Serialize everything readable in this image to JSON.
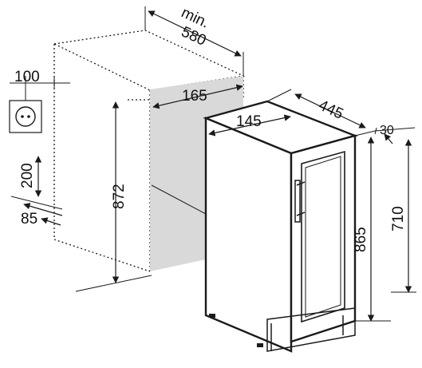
{
  "dimensions": {
    "min_label": "min.",
    "depth_min": "580",
    "socket_offset": "100",
    "niche_depth_open": "165",
    "niche_height": "872",
    "socket_height": "200",
    "socket_side": "85",
    "unit_width": "145",
    "unit_depth": "445",
    "door_clearance": "30",
    "unit_height": "865",
    "door_height": "710"
  }
}
